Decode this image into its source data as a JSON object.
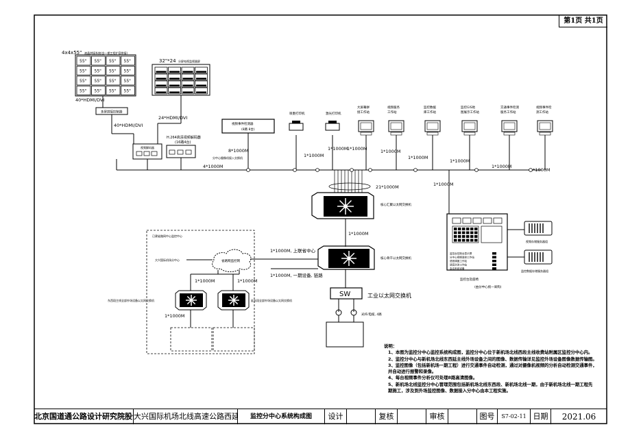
{
  "page_label": "第1页 共1页",
  "title_block": {
    "company": "北京国道通公路设计研究院股份有限公司",
    "project": "大兴国际机场北线高速公路西延及东延工程",
    "drawing": "监控分中心系统构成图",
    "design": "设计",
    "review": "复核",
    "approve": "审核",
    "drawing_no_label": "图号",
    "drawing_no": "S7-02-11",
    "date_label": "日期",
    "date": "2021.06"
  },
  "video_wall": {
    "size_label": "4x4x55\"",
    "title": "液晶拼接系统(含一期工程扩容拼接)",
    "cell": "55\"",
    "lcd_size": "32\"*24",
    "lcd_title": "分屏电视监视器屏",
    "hdmi_1": "40*HDMI/DVI",
    "hdmi_2": "40*HDMI/DVI",
    "hdmi_3": "24*HDMI/DVI",
    "matrix": "多屏拼接控制器",
    "h264": "H.264高清视频解码器",
    "h264_count": "(16路4台)",
    "decoder": "视频解码器"
  },
  "event_detector": {
    "label": "视频事件检测器",
    "sub": "(8路 8台)",
    "speed": "8*1000M",
    "access_label": "分中心摄像机接入交换机"
  },
  "devices": [
    {
      "label": "喷墨打印机"
    },
    {
      "label": "激光打印机"
    },
    {
      "label": "大屏幕拼接工作站"
    },
    {
      "label": "视频服务工作站"
    },
    {
      "label": "监控数据库工作站"
    },
    {
      "label": "监控GIS地图展示工作站"
    },
    {
      "label": "交通事件检测服务工作站"
    },
    {
      "label": "视频事件检测工作站"
    }
  ],
  "links": {
    "l1": "1*1000M",
    "l2": "1*1000M",
    "l3": "1*1000M",
    "l4": "1*1000M",
    "l5": "1*1000M",
    "l6": "1*1000M",
    "l7": "1*1000M",
    "l8": "4*1000M",
    "l9": "21*1000M",
    "l10": "1*1000M",
    "core_link": "1*1000M",
    "upper": "1*1000M, 上联省中心",
    "lower": "1*1000M, 一期设备, 链路",
    "cloud_core": "1*1000M",
    "left_a": "1*1000M",
    "left_b": "1*1000M"
  },
  "switches": {
    "center_switch": "核心汇聚以太网交换机",
    "core_switch": "核心骨干以太网交换机",
    "sw": "SW",
    "sw_label": "工业以太网交换机",
    "signal": "光纤/电缆, 4路",
    "left_switch": "东西段主线全部外场设备以太网交换机",
    "right_switch": "延长段全部外场设备以太网交换机"
  },
  "remote": {
    "area_title": "已建省路网中心监控中心",
    "cloud": "省路网监控网",
    "center": "大兴国际机场分中心"
  },
  "console": {
    "label": "监控台及座椅",
    "note": "(由分中心统一采购)",
    "server_1": "视频存储服务器组",
    "server_2": "监控数据存储服务器组",
    "sub_lines": [
      "监控台控制台显示屏",
      "分中心视频监控工作站",
      "语音调度工作站",
      "语音对讲工作站",
      "会议系统设备"
    ]
  },
  "notes": {
    "title": "说明：",
    "lines": [
      "1、本图为监控分中心监控系统构成图，监控分中心位于新机场北线西段主线收费站附属区监控分中心内。",
      "2、监控分中心与新机场北线东西延主线外场设备之间的图像、数据传输详见监控外场设备图像数据传输图。",
      "3、监控图像（包括新机场一期工程）进行交通事件自动检测，通过对摄像机视频的分析自动检测交通事件，",
      "并自动进行报警和录像。",
      "4、每台视频事件分析仪可处理8路高清图像。",
      "5、新机场北线监控分中心管理范围包括新机场北线东西段、新机场北线一期，由于新机场北线一期工程先",
      "期施工，涉及到外场监控图像、数据接入分中心由本工程实施。"
    ]
  }
}
